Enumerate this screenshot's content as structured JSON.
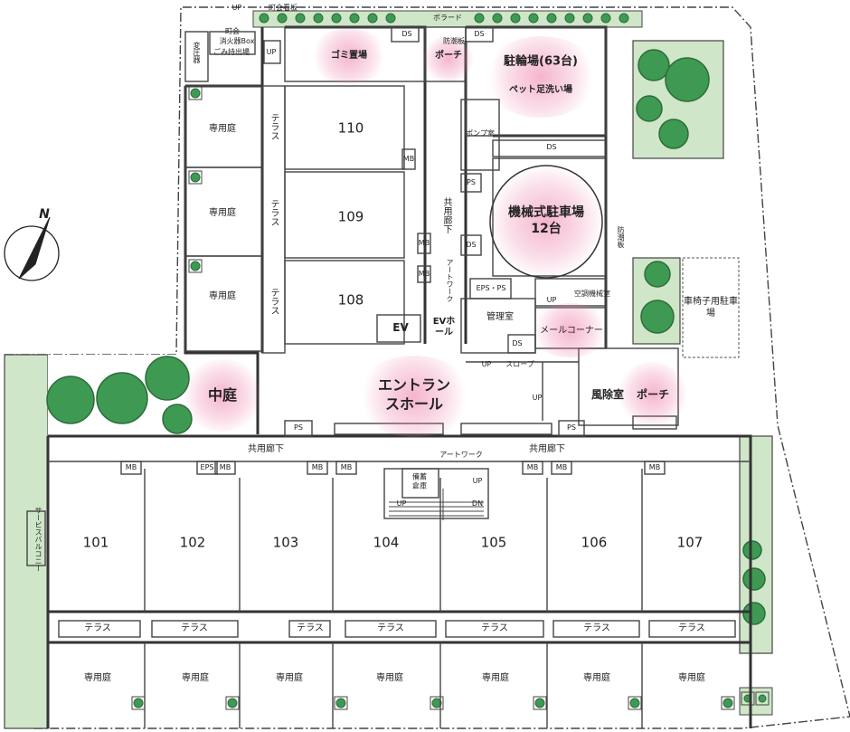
{
  "labels": {
    "top_up": "UP",
    "notice_board_top": "町会看板",
    "bollard": "ボラード",
    "notice_board": "町会",
    "extinguisher": "消火器Box",
    "garbage_out": "ごみ持出場",
    "transformer": "変圧器",
    "garbage": "ゴミ置場",
    "porch_north": "ポーチ",
    "bicycle": "駐輪場(63台)",
    "pet_wash": "ペット足洗い場",
    "flood_board": "防潮板",
    "flood_board_east": "防潮板",
    "pump": "ポンプ室",
    "mechanical_parking": "機械式駐車場",
    "mechanical_parking_count": "12台",
    "corridor_vertical": "共用廊下",
    "artwork_vertical": "アートワーク",
    "eps_ps": "EPS・PS",
    "ac_room": "空調機械室",
    "office": "管理室",
    "mail_corner": "メールコーナー",
    "ev": "EV",
    "ev_hall": "EVホール",
    "slope": "スロープ",
    "courtyard": "中庭",
    "entrance_hall": "エントランスホール",
    "windbreak": "風除室",
    "porch_south": "ポーチ",
    "wheelchair_parking": "車椅子用駐車場",
    "corridor_west": "共用廊下",
    "corridor_east": "共用廊下",
    "artwork": "アートワーク",
    "storage": "備蓄倉庫",
    "service_balcony": "サービスバルコニー",
    "terrace": "テラス",
    "private_garden": "専用庭",
    "ds": "DS",
    "ps": "PS",
    "mb": "MB",
    "eps": "EPS",
    "up": "UP",
    "dn": "DN",
    "north": "N"
  },
  "units_south": [
    "101",
    "102",
    "103",
    "104",
    "105",
    "106",
    "107"
  ],
  "units_west": [
    "110",
    "109",
    "108"
  ]
}
